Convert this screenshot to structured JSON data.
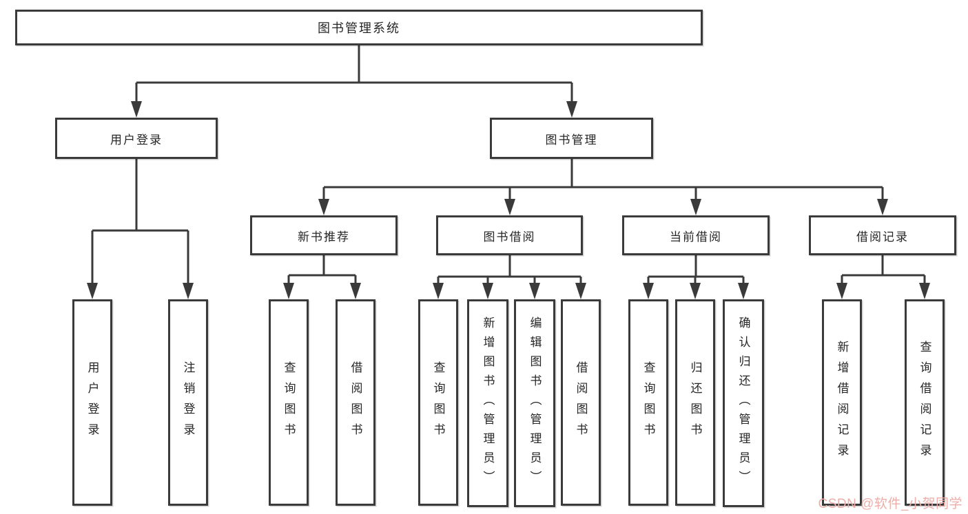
{
  "tree": {
    "root": {
      "label": "图书管理系统"
    },
    "branches": [
      {
        "label": "用户登录",
        "children": [
          {
            "label": "用户登录"
          },
          {
            "label": "注销登录"
          }
        ]
      },
      {
        "label": "图书管理",
        "children": [
          {
            "label": "新书推荐",
            "children": [
              {
                "label": "查询图书"
              },
              {
                "label": "借阅图书"
              }
            ]
          },
          {
            "label": "图书借阅",
            "children": [
              {
                "label": "查询图书"
              },
              {
                "label": "新增图书（管理员）"
              },
              {
                "label": "编辑图书（管理员）"
              },
              {
                "label": "借阅图书"
              }
            ]
          },
          {
            "label": "当前借阅",
            "children": [
              {
                "label": "查询图书"
              },
              {
                "label": "归还图书"
              },
              {
                "label": "确认归还（管理员）"
              }
            ]
          },
          {
            "label": "借阅记录",
            "children": [
              {
                "label": "新增借阅记录"
              },
              {
                "label": "查询借阅记录"
              }
            ]
          }
        ]
      }
    ]
  },
  "watermark": {
    "text": "CSDN @软件_小贺同学"
  },
  "colors": {
    "line": "#3a3a3a",
    "text": "#262626",
    "watermark": "#eeada8"
  }
}
